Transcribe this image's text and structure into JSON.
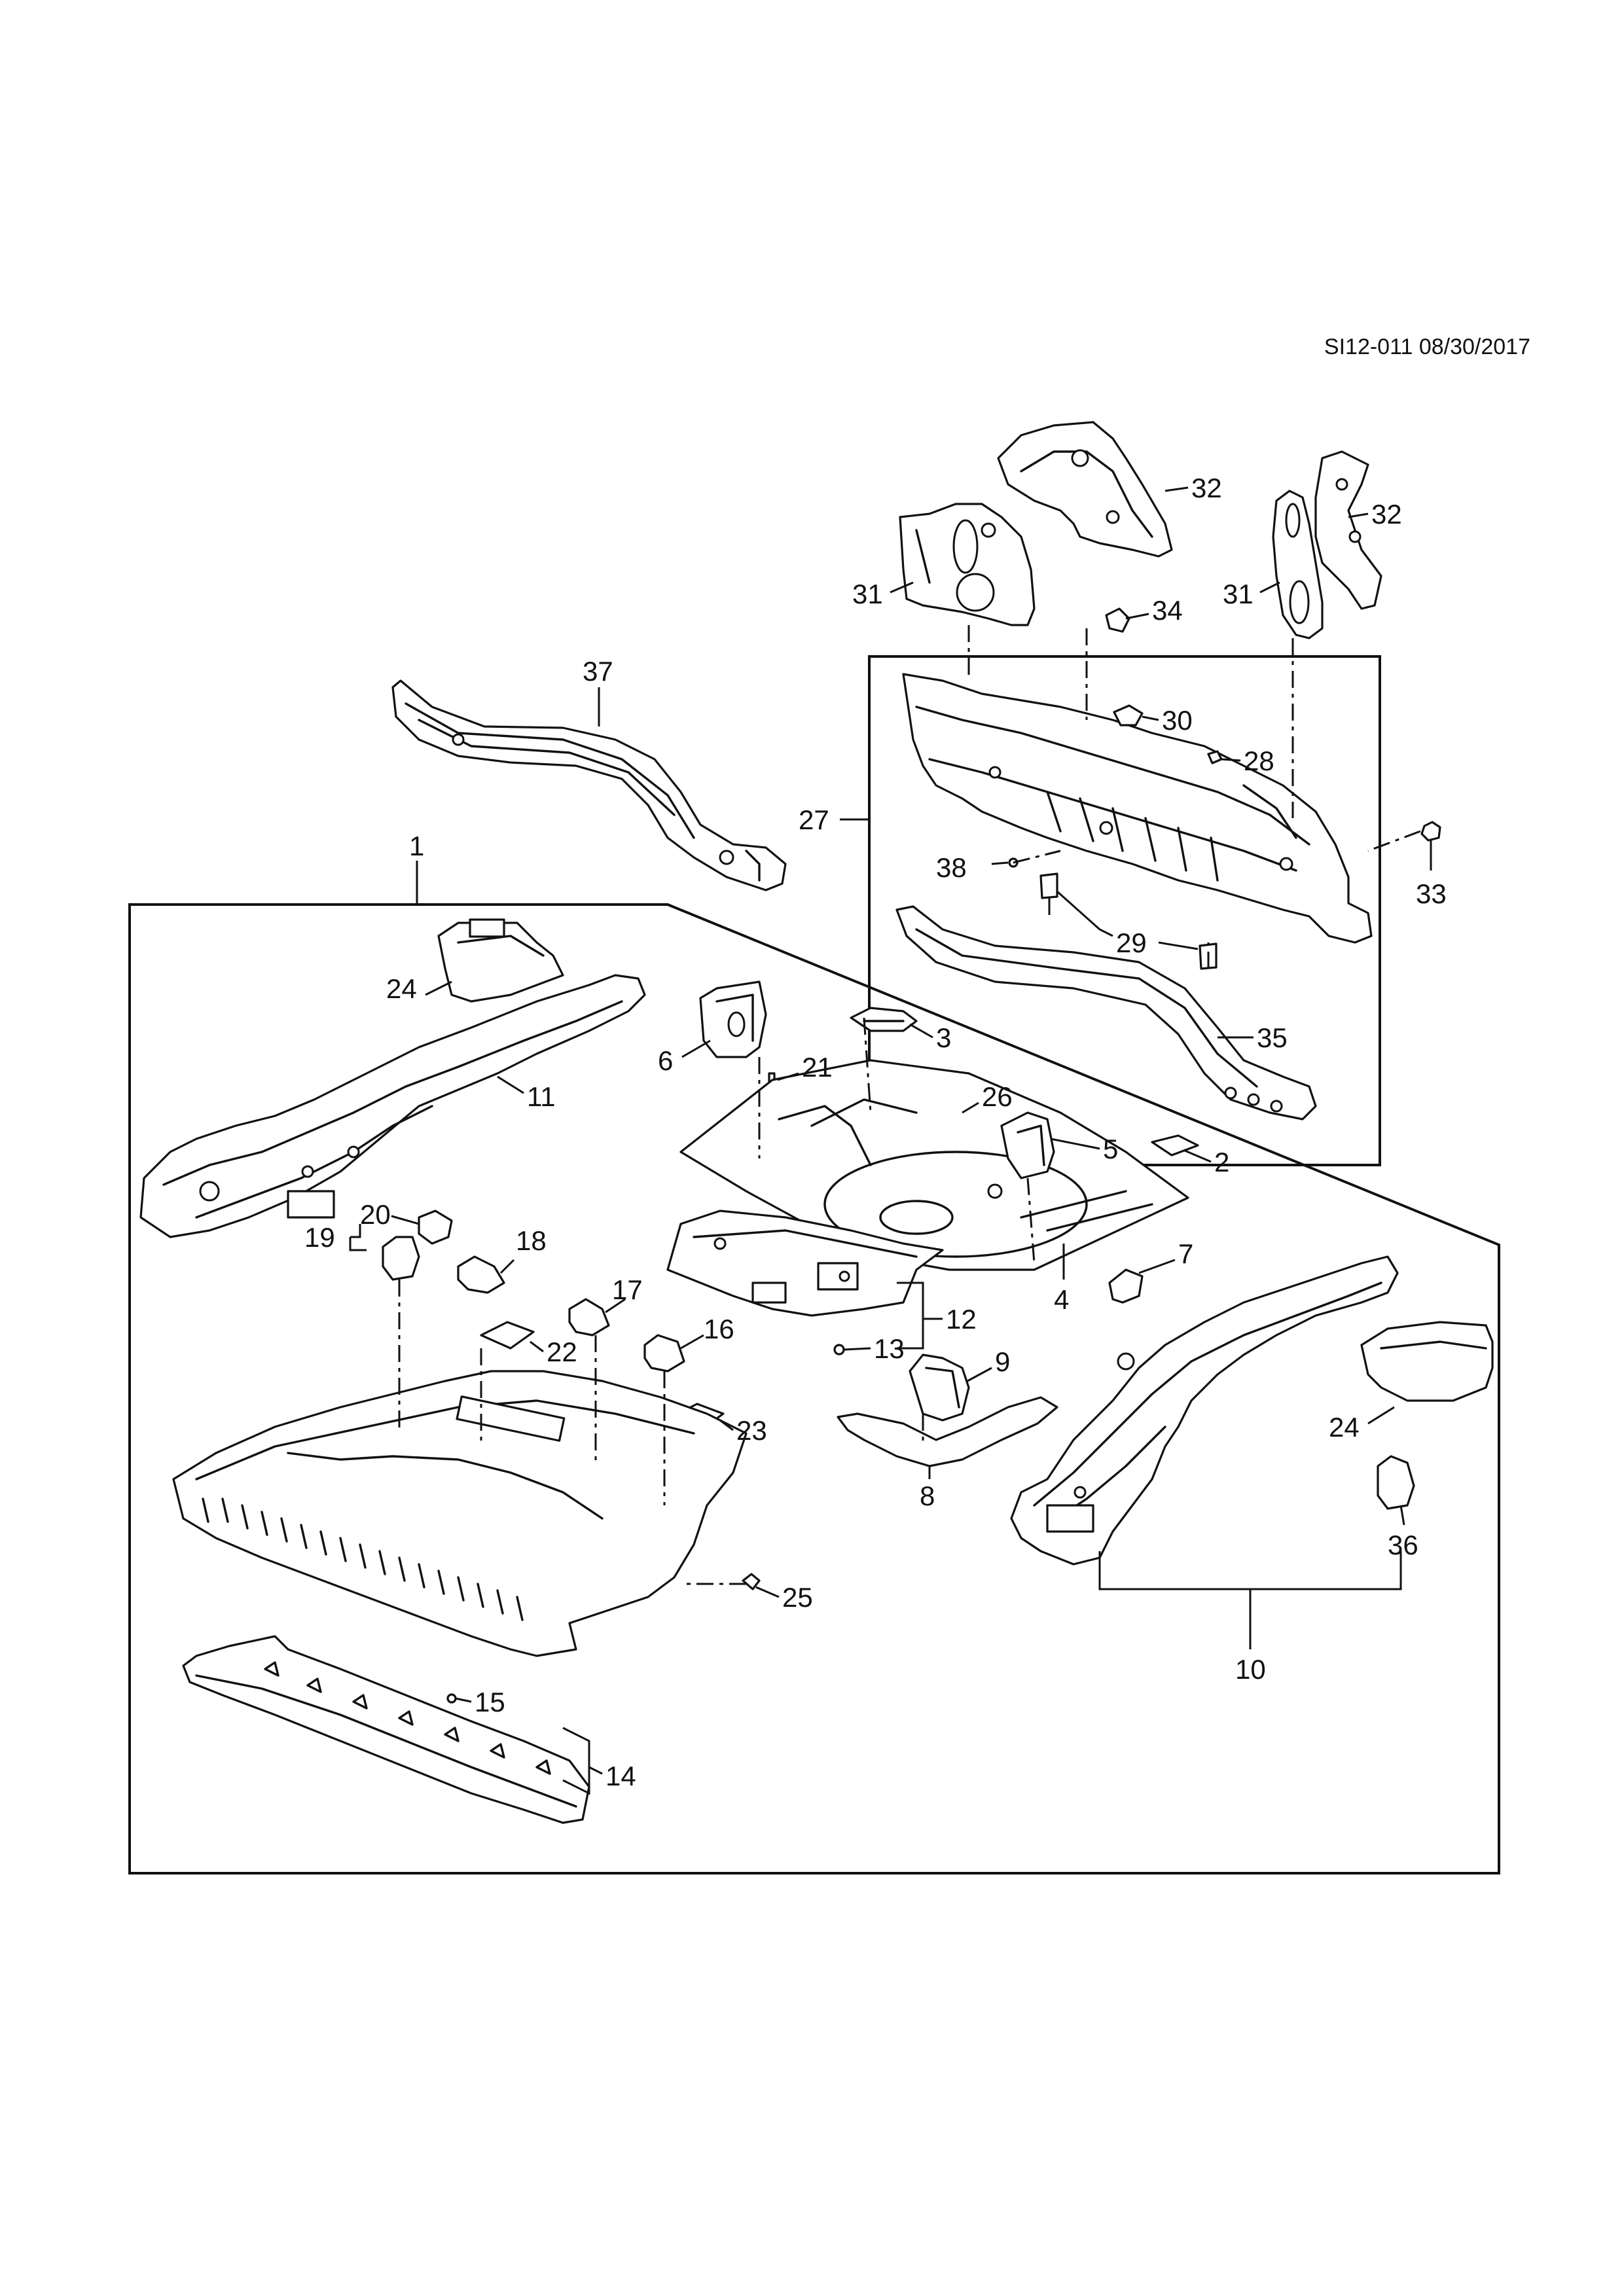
{
  "header": {
    "reference": "SI12-011 08/30/2017"
  },
  "callouts": {
    "c1": "1",
    "c2": "2",
    "c3": "3",
    "c4": "4",
    "c5": "5",
    "c6": "6",
    "c7": "7",
    "c8": "8",
    "c9": "9",
    "c10": "10",
    "c11": "11",
    "c12": "12",
    "c13": "13",
    "c14": "14",
    "c15": "15",
    "c16": "16",
    "c17": "17",
    "c18": "18",
    "c19": "19",
    "c20": "20",
    "c21": "21",
    "c22": "22",
    "c23": "23",
    "c24a": "24",
    "c24b": "24",
    "c25": "25",
    "c26": "26",
    "c27": "27",
    "c28": "28",
    "c29": "29",
    "c30": "30",
    "c31a": "31",
    "c31b": "31",
    "c32a": "32",
    "c32b": "32",
    "c33": "33",
    "c34": "34",
    "c35": "35",
    "c36": "36",
    "c37": "37",
    "c38": "38"
  }
}
